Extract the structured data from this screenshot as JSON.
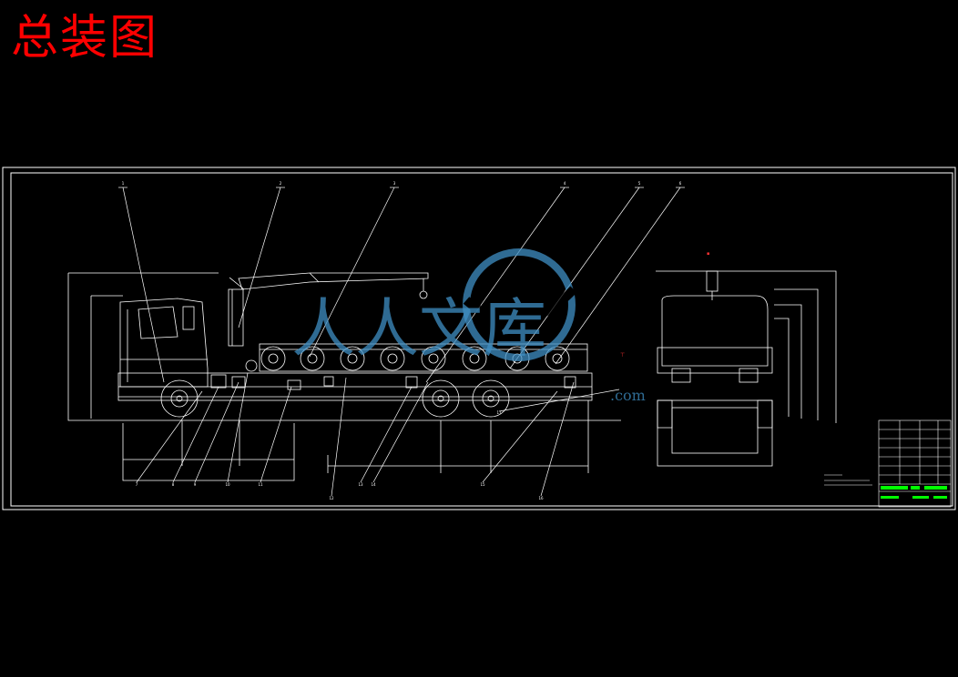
{
  "title": "总装图",
  "watermark": {
    "text": "人人文库",
    "suffix": ".com",
    "icon": "orbit-logo"
  },
  "colors": {
    "background": "#000000",
    "title": "#ff0000",
    "lines": "#ffffff",
    "watermark": "#3f8fc4",
    "table_accent": "#00ff00",
    "marker": "#ff3333"
  },
  "balloons": {
    "top": [
      "1",
      "2",
      "3",
      "4",
      "5",
      "6"
    ],
    "bottom": [
      "7",
      "8",
      "9",
      "10",
      "11",
      "12",
      "13",
      "14",
      "15",
      "16",
      "17"
    ]
  }
}
